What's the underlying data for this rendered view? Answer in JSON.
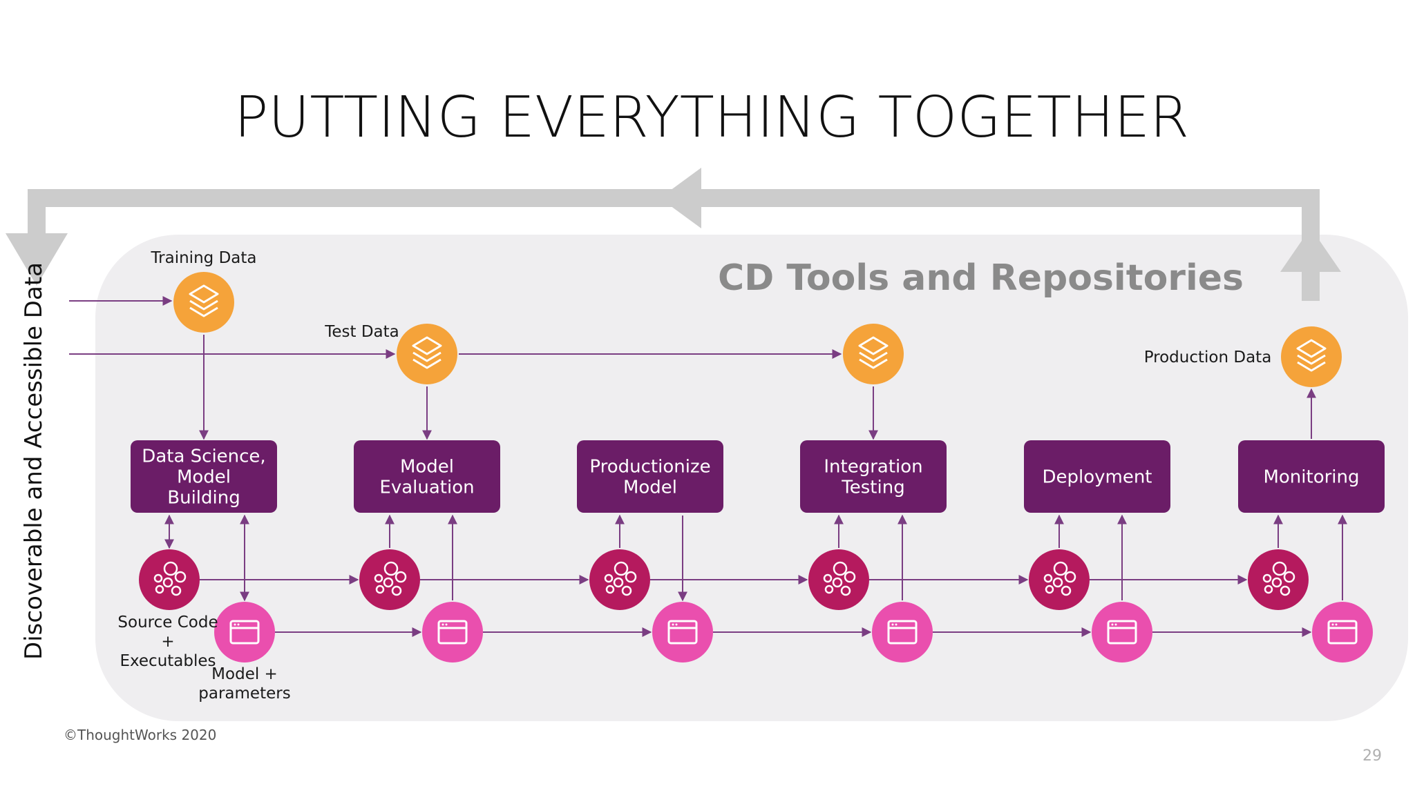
{
  "slide": {
    "title": "PUTTING EVERYTHING TOGETHER",
    "side_label": "Discoverable and Accessible Data",
    "panel_title": "CD Tools and Repositories",
    "footer": "©ThoughtWorks 2020",
    "page_number": "29"
  },
  "colors": {
    "panel_bg": "#efeef0",
    "feedback_arrow": "#cccccc",
    "data_node": "#f5a33a",
    "stage_box": "#6b1d67",
    "code_node": "#b51a5e",
    "model_node": "#ea4fae",
    "flow_line": "#7a3d82"
  },
  "data_sources": [
    {
      "id": "training",
      "label": "Training Data",
      "icon": "database-stack-icon"
    },
    {
      "id": "test",
      "label": "Test Data",
      "icon": "database-stack-icon"
    },
    {
      "id": "integration",
      "label": "",
      "icon": "database-stack-icon"
    },
    {
      "id": "production",
      "label": "Production Data",
      "icon": "database-stack-icon"
    }
  ],
  "stages": [
    {
      "id": "data-science",
      "lines": [
        "Data Science,",
        "Model",
        "Building"
      ]
    },
    {
      "id": "model-evaluation",
      "lines": [
        "Model",
        "Evaluation"
      ]
    },
    {
      "id": "productionize",
      "lines": [
        "Productionize",
        "Model"
      ]
    },
    {
      "id": "integration-testing",
      "lines": [
        "Integration",
        "Testing"
      ]
    },
    {
      "id": "deployment",
      "lines": [
        "Deployment"
      ]
    },
    {
      "id": "monitoring",
      "lines": [
        "Monitoring"
      ]
    }
  ],
  "nodes": {
    "code_icon": "source-code-bubbles-icon",
    "model_icon": "model-window-icon"
  },
  "labels": {
    "source_code": [
      "Source Code",
      "+",
      "Executables"
    ],
    "model_params": [
      "Model +",
      "parameters"
    ]
  }
}
